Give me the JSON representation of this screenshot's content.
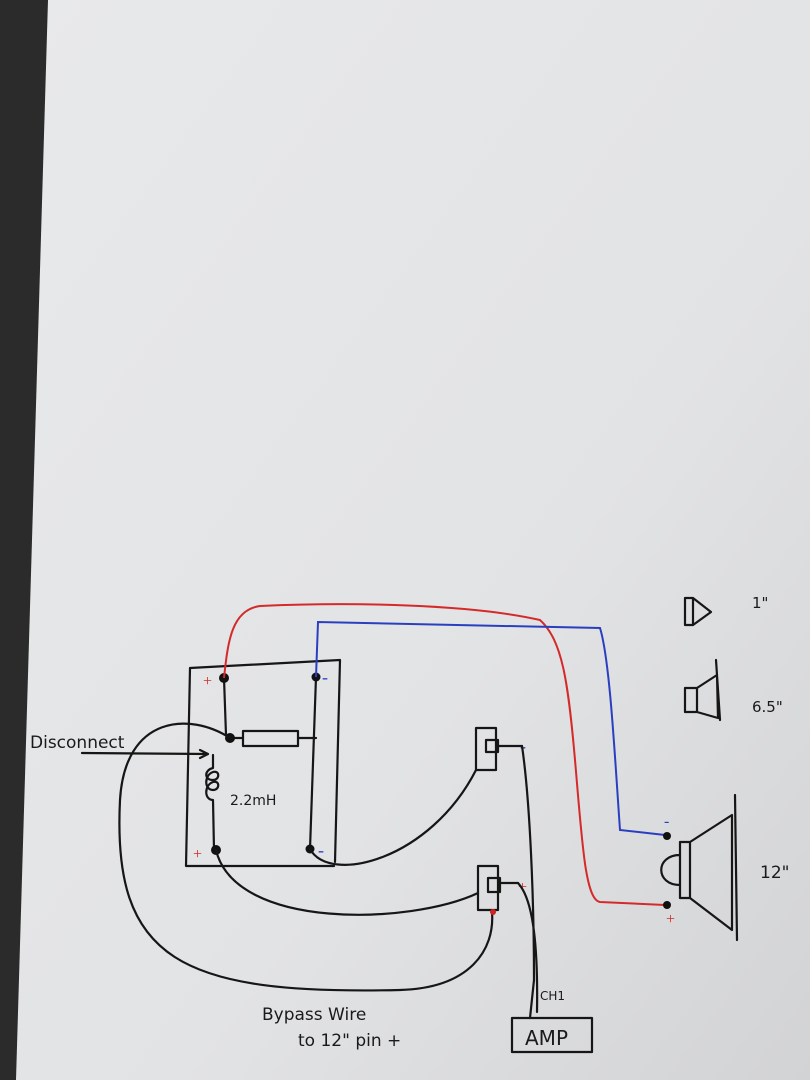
{
  "labels": {
    "disconnect": "Disconnect",
    "inductor_value": "2.2mH",
    "bypass_line1": "Bypass Wire",
    "bypass_line2": "to 12\" pin +",
    "amp": "AMP",
    "channel": "CH1",
    "tweeter_size": "1\"",
    "midrange_size": "6.5\"",
    "woofer_size": "12\"",
    "plus": "+",
    "minus": "-"
  },
  "colors": {
    "paper": "#e4e5e7",
    "ink": "#161616",
    "positive_wire": "#d42a2a",
    "negative_wire": "#2a3fc0"
  }
}
